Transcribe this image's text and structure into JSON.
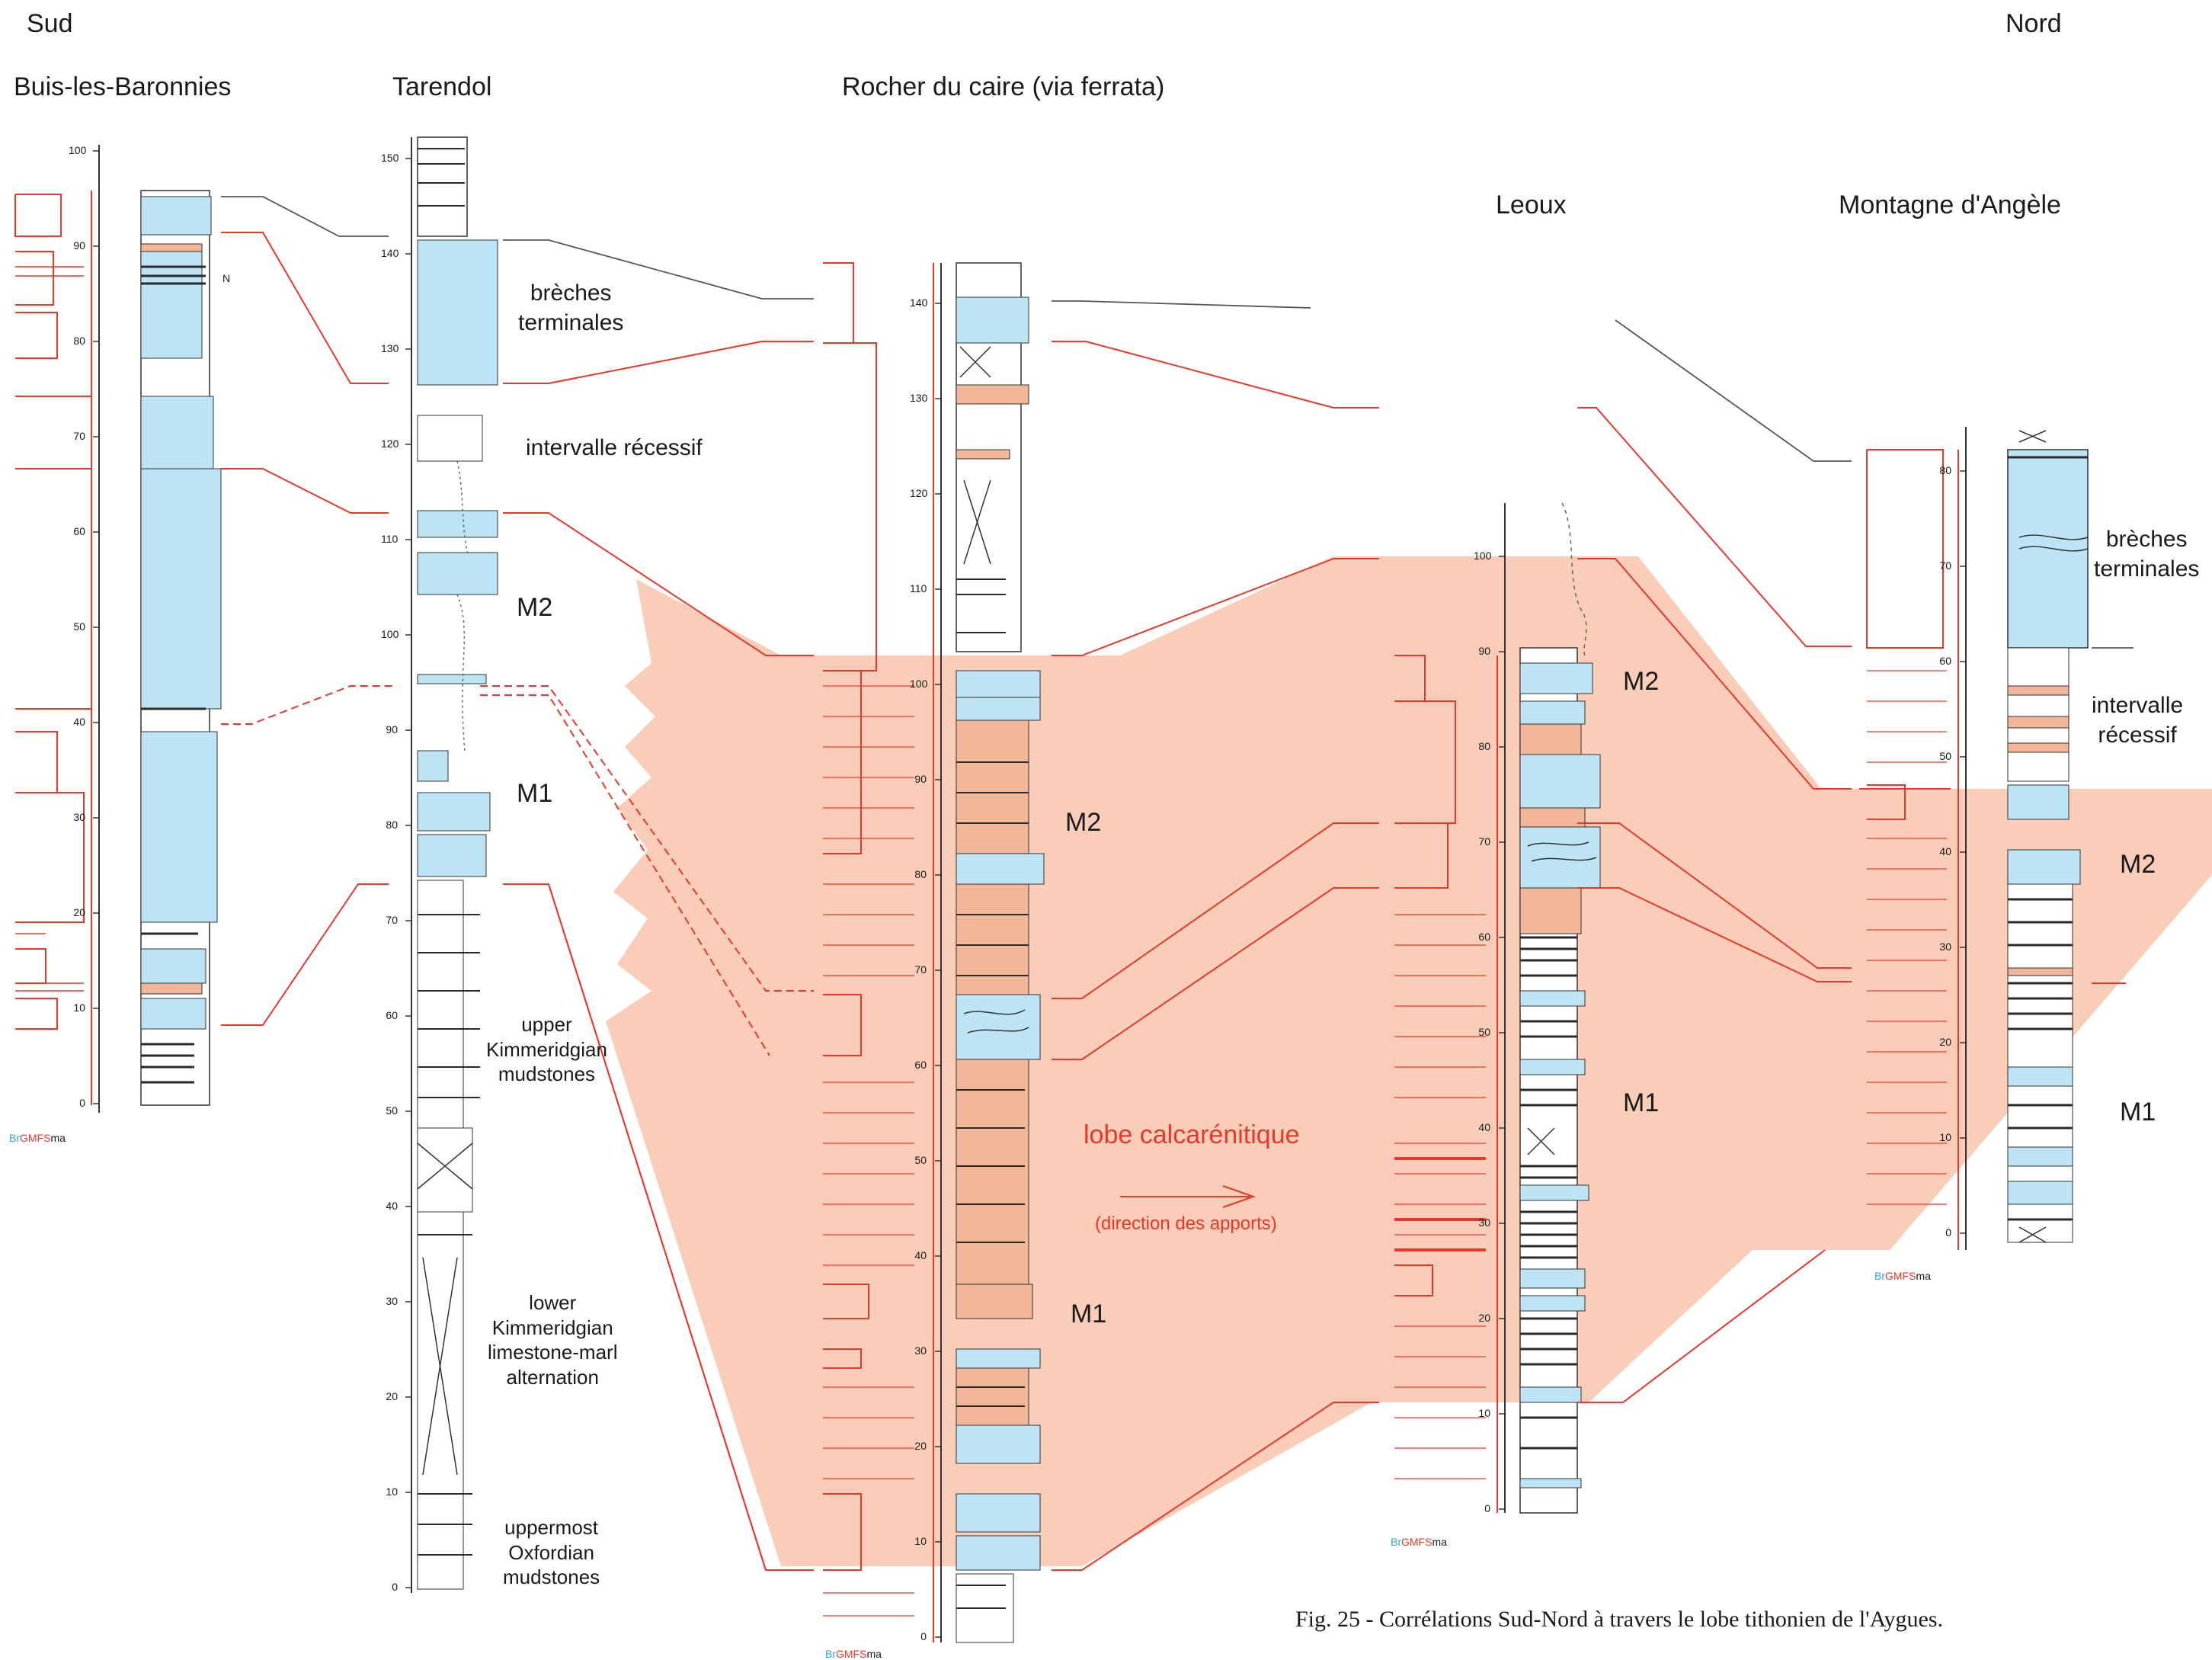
{
  "directions": {
    "south": "Sud",
    "north": "Nord"
  },
  "sections": [
    {
      "id": "buis",
      "name": "Buis-les-Baronnies",
      "ticks": [
        0,
        10,
        20,
        30,
        40,
        50,
        60,
        70,
        80,
        90,
        100
      ]
    },
    {
      "id": "tarendol",
      "name": "Tarendol",
      "ticks": [
        0,
        10,
        20,
        30,
        40,
        50,
        60,
        70,
        80,
        90,
        100,
        110,
        120,
        130,
        140,
        150
      ]
    },
    {
      "id": "rocher",
      "name": "Rocher du caire (via ferrata)",
      "ticks": [
        0,
        10,
        20,
        30,
        40,
        50,
        60,
        70,
        80,
        90,
        100,
        110,
        120,
        130,
        140
      ]
    },
    {
      "id": "leoux",
      "name": "Leoux",
      "ticks": [
        0,
        10,
        20,
        30,
        40,
        50,
        60,
        70,
        80,
        90,
        100
      ]
    },
    {
      "id": "angele",
      "name": "Montagne d'Angèle",
      "ticks": [
        0,
        10,
        20,
        30,
        40,
        50,
        60,
        70,
        80
      ]
    }
  ],
  "units": {
    "breches": "brèches\nterminales",
    "intervalle": "intervalle récessif",
    "intervalle_split": "intervalle\nrécessif",
    "m1": "M1",
    "m2": "M2",
    "upper_kim": "upper\nKimmeridgian\nmudstones",
    "lower_kim": "lower\nKimmeridgian\nlimestone-marl\nalternation",
    "oxfordian": "uppermost\nOxfordian\nmudstones"
  },
  "lobe": {
    "label": "lobe calcarénitique",
    "direction": "(direction des apports)"
  },
  "grain_scale": {
    "br": "Br",
    "gmfs": "GMFS",
    "ma": "ma"
  },
  "marker_n": "N",
  "caption": "Fig. 25 - Corrélations Sud-Nord à travers le lobe tithonien de l'Aygues.",
  "colors": {
    "lobe_fill": "#f9cdb7",
    "limestone_blue": "#bde4f4",
    "marl_salmon": "#f1b597",
    "correlation_red": "#e8382b",
    "correlation_gray": "#555555",
    "bed_dark": "#2a2a2a"
  }
}
